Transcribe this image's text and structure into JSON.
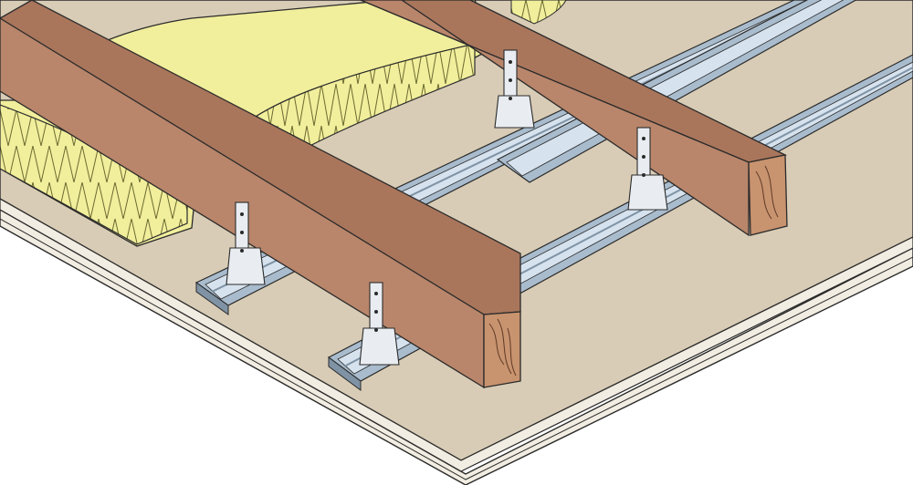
{
  "diagram": {
    "colors": {
      "background": "#ffffff",
      "board_top": "#d8ccb6",
      "board_edge": "#f2ede2",
      "outline": "#2a2a2a",
      "insulation_fill": "#f1ee9c",
      "insulation_line": "#6b6a30",
      "timber_top": "#a9765c",
      "timber_side": "#b9866b",
      "timber_end": "#c8936f",
      "timber_grain": "#5e3a26",
      "channel_light": "#d6e2ee",
      "channel_mid": "#a9bccd",
      "channel_dark": "#7f93a5",
      "hanger_fill": "#e9edf1",
      "hanger_shadow": "#a4afba"
    },
    "components": [
      {
        "name": "plasterboard-layer-upper",
        "icon": "board-icon"
      },
      {
        "name": "plasterboard-layer-lower",
        "icon": "board-icon"
      },
      {
        "name": "mineral-wool-insulation",
        "icon": "insulation-roll-icon"
      },
      {
        "name": "timber-joist",
        "count": 2,
        "icon": "timber-joist-icon"
      },
      {
        "name": "metal-furring-channel",
        "count": 3,
        "icon": "furring-channel-icon"
      },
      {
        "name": "direct-fix-hanger-bracket",
        "count": 4,
        "icon": "hanger-bracket-icon"
      }
    ]
  }
}
